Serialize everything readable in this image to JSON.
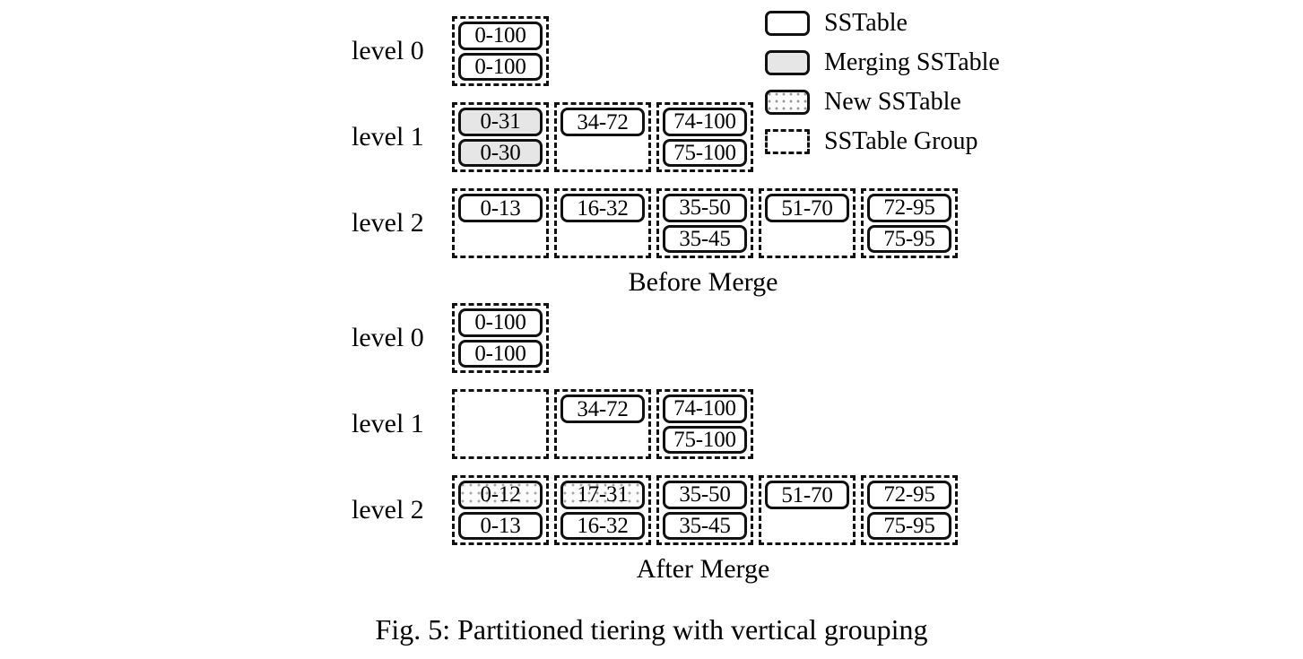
{
  "figure": {
    "caption": "Fig. 5: Partitioned tiering with vertical grouping"
  },
  "legend": {
    "items": [
      {
        "icon": "sstable-swatch",
        "label": "SSTable"
      },
      {
        "icon": "merging-sstable-swatch",
        "label": "Merging SSTable"
      },
      {
        "icon": "new-sstable-swatch",
        "label": "New SSTable"
      },
      {
        "icon": "sstable-group-swatch",
        "label": "SSTable Group"
      }
    ]
  },
  "colors": {
    "stroke": "#111111",
    "sstable_fill": "#ffffff",
    "merging_fill": "#e6e6e6",
    "new_fill": "#fbfbfb",
    "new_dot": "#a5a5a5",
    "background": "#ffffff"
  },
  "stages": [
    {
      "id": "before-merge",
      "caption": "Before Merge",
      "levels": [
        {
          "label": "level 0",
          "groups": [
            {
              "sstables": [
                {
                  "range": "0-100",
                  "state": "sstable"
                },
                {
                  "range": "0-100",
                  "state": "sstable"
                }
              ]
            }
          ]
        },
        {
          "label": "level 1",
          "groups": [
            {
              "sstables": [
                {
                  "range": "0-31",
                  "state": "merging"
                },
                {
                  "range": "0-30",
                  "state": "merging"
                }
              ]
            },
            {
              "sstables": [
                {
                  "range": "34-72",
                  "state": "sstable"
                }
              ]
            },
            {
              "sstables": [
                {
                  "range": "74-100",
                  "state": "sstable"
                },
                {
                  "range": "75-100",
                  "state": "sstable"
                }
              ]
            }
          ]
        },
        {
          "label": "level 2",
          "groups": [
            {
              "sstables": [
                {
                  "range": "0-13",
                  "state": "sstable"
                }
              ]
            },
            {
              "sstables": [
                {
                  "range": "16-32",
                  "state": "sstable"
                }
              ]
            },
            {
              "sstables": [
                {
                  "range": "35-50",
                  "state": "sstable"
                },
                {
                  "range": "35-45",
                  "state": "sstable"
                }
              ]
            },
            {
              "sstables": [
                {
                  "range": "51-70",
                  "state": "sstable"
                }
              ]
            },
            {
              "sstables": [
                {
                  "range": "72-95",
                  "state": "sstable"
                },
                {
                  "range": "75-95",
                  "state": "sstable"
                }
              ]
            }
          ]
        }
      ]
    },
    {
      "id": "after-merge",
      "caption": "After Merge",
      "levels": [
        {
          "label": "level 0",
          "groups": [
            {
              "sstables": [
                {
                  "range": "0-100",
                  "state": "sstable"
                },
                {
                  "range": "0-100",
                  "state": "sstable"
                }
              ]
            }
          ]
        },
        {
          "label": "level 1",
          "groups": [
            {
              "sstables": []
            },
            {
              "sstables": [
                {
                  "range": "34-72",
                  "state": "sstable"
                }
              ]
            },
            {
              "sstables": [
                {
                  "range": "74-100",
                  "state": "sstable"
                },
                {
                  "range": "75-100",
                  "state": "sstable"
                }
              ]
            }
          ]
        },
        {
          "label": "level 2",
          "groups": [
            {
              "sstables": [
                {
                  "range": "0-12",
                  "state": "new"
                },
                {
                  "range": "0-13",
                  "state": "sstable"
                }
              ]
            },
            {
              "sstables": [
                {
                  "range": "17-31",
                  "state": "new"
                },
                {
                  "range": "16-32",
                  "state": "sstable"
                }
              ]
            },
            {
              "sstables": [
                {
                  "range": "35-50",
                  "state": "sstable"
                },
                {
                  "range": "35-45",
                  "state": "sstable"
                }
              ]
            },
            {
              "sstables": [
                {
                  "range": "51-70",
                  "state": "sstable"
                }
              ]
            },
            {
              "sstables": [
                {
                  "range": "72-95",
                  "state": "sstable"
                },
                {
                  "range": "75-95",
                  "state": "sstable"
                }
              ]
            }
          ]
        }
      ]
    }
  ]
}
